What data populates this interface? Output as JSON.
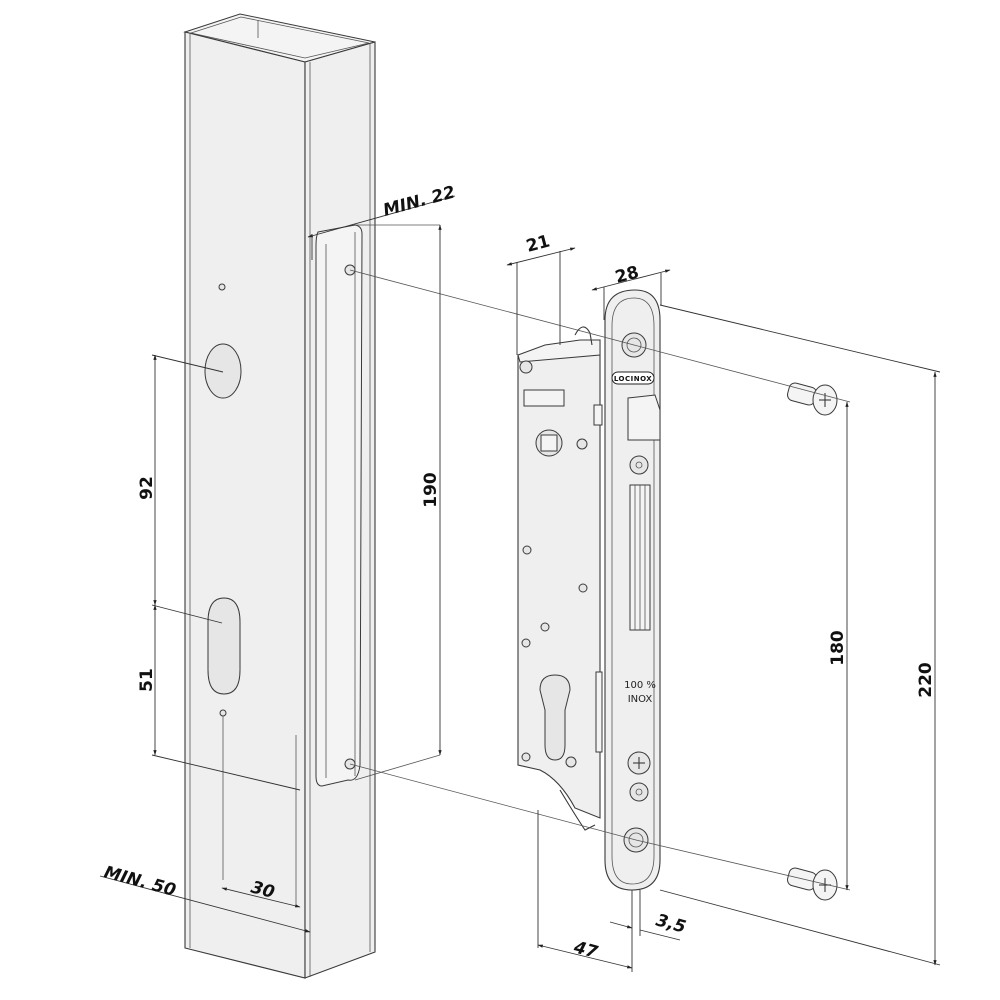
{
  "diagram": {
    "title": "Mortise lock installation drawing",
    "components": {
      "post": {
        "label": "Square tube gate post with cut-outs"
      },
      "lock_body": {
        "label": "Mortise lock body"
      },
      "faceplate": {
        "brand": "LOCINOX",
        "material_text_line1": "100 %",
        "material_text_line2": "INOX"
      },
      "screws": {
        "label": "Phillips countersunk screws",
        "count": 2
      }
    },
    "dimensions": {
      "min_22": "MIN. 22",
      "d21": "21",
      "d28": "28",
      "d190": "190",
      "d92": "92",
      "d51": "51",
      "d180": "180",
      "d220": "220",
      "min_50": "MIN. 50",
      "d30": "30",
      "d47": "47",
      "d3_5": "3,5"
    },
    "colors": {
      "background": "#ffffff",
      "surface": "#efefef",
      "line": "#3a3a3a"
    }
  }
}
